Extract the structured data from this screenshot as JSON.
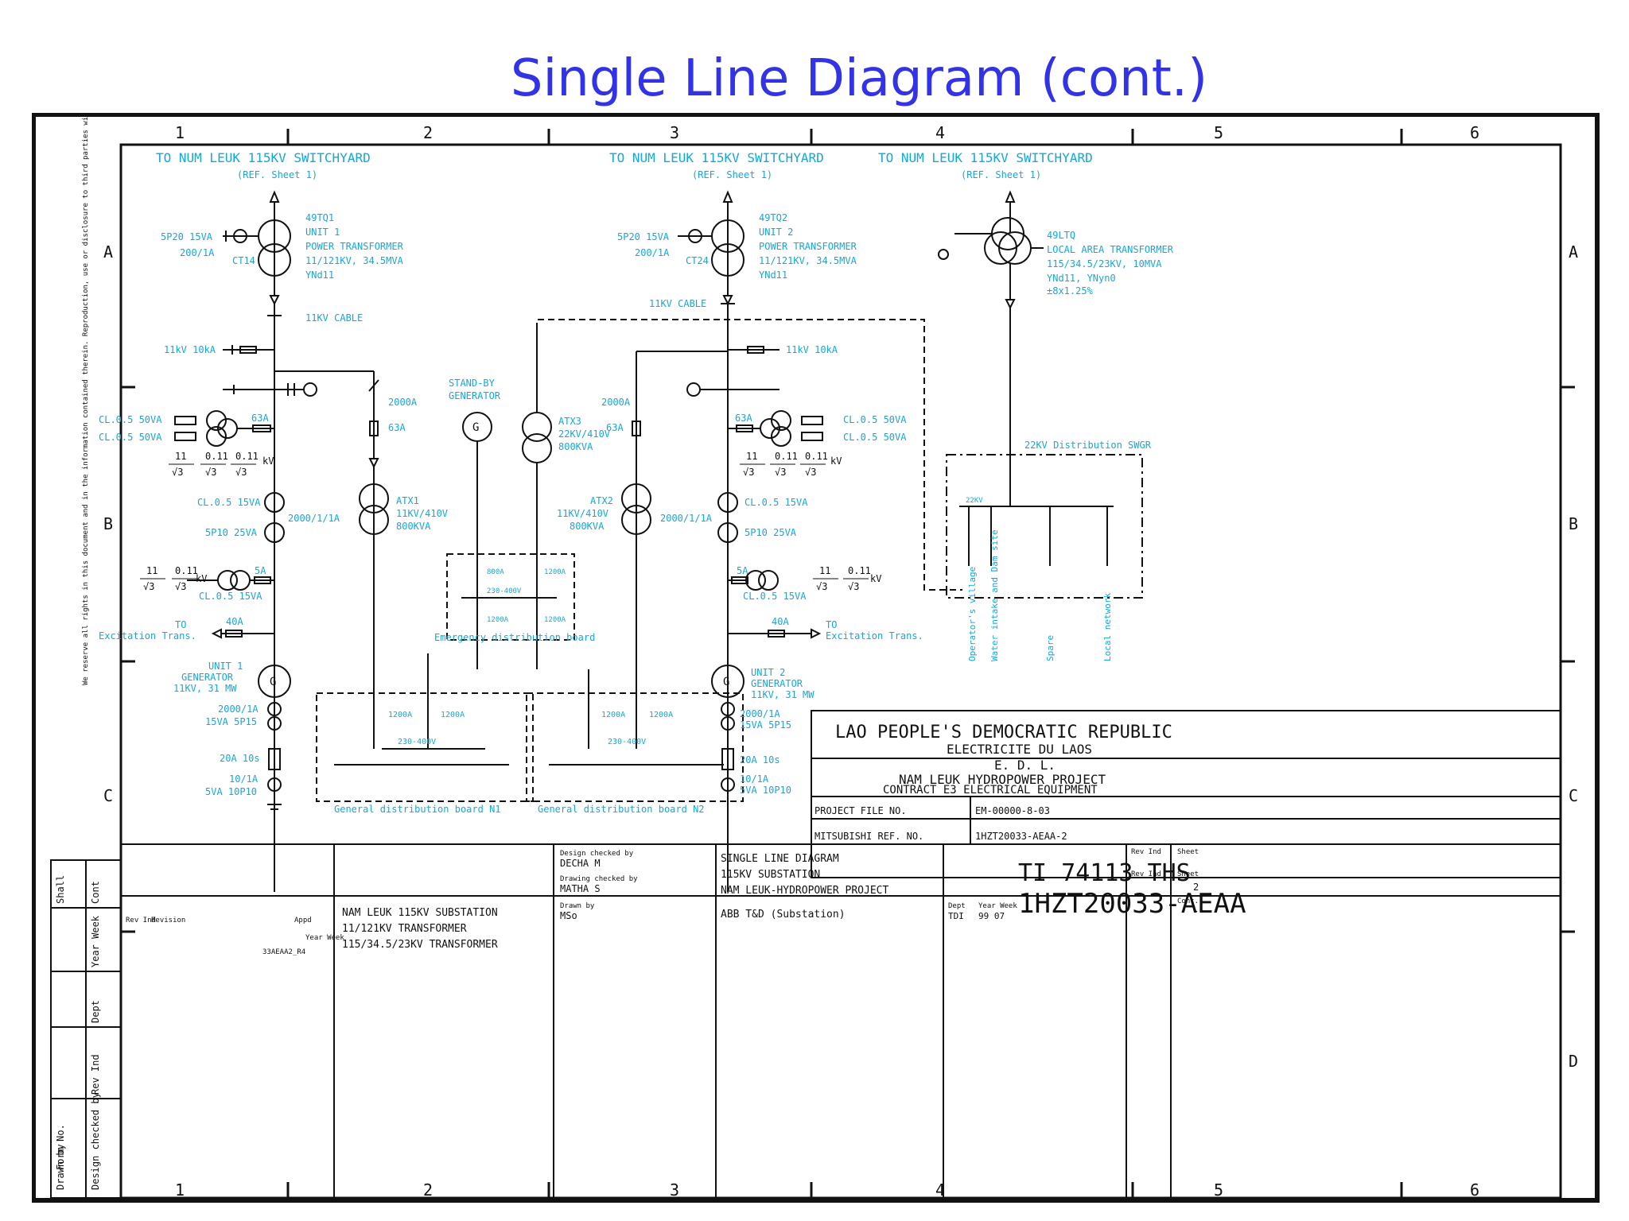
{
  "page_title": "Single Line Diagram (cont.)",
  "columns": [
    "1",
    "2",
    "3",
    "4",
    "5",
    "6"
  ],
  "rows": [
    "A",
    "B",
    "C",
    "D"
  ],
  "side_note": "We reserve all rights in this document and in the information contained therein. Reproduction, use or disclosure to third parties without express authority is strictly forbidden. © Asea Brown Boveri AB",
  "top_labels": {
    "t1": "TO NUM LEUK 115KV SWITCHYARD",
    "t1_ref": "(REF. Sheet 1)",
    "t2": "TO NUM LEUK 115KV SWITCHYARD",
    "t2_ref": "(REF. Sheet 1)",
    "t3": "TO NUM LEUK 115KV SWITCHYARD",
    "t3_ref": "(REF. Sheet 1)"
  },
  "unit1": {
    "tag": "49TQ1",
    "unit": "UNIT 1",
    "desc": "POWER TRANSFORMER",
    "rating": "11/121KV, 34.5MVA",
    "vector": "YNd11",
    "ct_class": "5P20 15VA",
    "ct_ratio": "200/1A",
    "ct_tag": "CT14",
    "cable": "11KV CABLE",
    "breaker": "11kV 10kA",
    "vt1": "CL.0.5 50VA",
    "vt2": "CL.0.5 50VA",
    "vt_fuse": "63A",
    "ratio_n1": "11",
    "ratio_d1": "√3",
    "ratio_n2": "0.11",
    "ratio_d2": "√3",
    "ratio_n3": "0.11",
    "ratio_d3": "√3",
    "ratio_unit": "kV",
    "ct2_a": "CL.0.5 15VA",
    "ct2_b": "5P10 25VA",
    "ct2_ratio": "2000/1/1A",
    "vt3_n1": "11",
    "vt3_d1": "√3",
    "vt3_n2": "0.11",
    "vt3_d2": "√3",
    "vt3_unit": "kV",
    "vt3_class": "CL.0.5 15VA",
    "vt3_fuse": "5A",
    "exc_label": "TO",
    "exc_label2": "Excitation Trans.",
    "exc_fuse": "40A",
    "gen_title": "UNIT 1",
    "gen_name": "GENERATOR",
    "gen_rating": "11KV, 31 MW",
    "gct1": "2000/1A",
    "gct2": "15VA 5P15",
    "g_res": "20A 10s",
    "g_vt1": "10/1A",
    "g_vt2": "5VA 10P10"
  },
  "unit2": {
    "tag": "49TQ2",
    "unit": "UNIT 2",
    "desc": "POWER TRANSFORMER",
    "rating": "11/121KV, 34.5MVA",
    "vector": "YNd11",
    "ct_class": "5P20 15VA",
    "ct_ratio": "200/1A",
    "ct_tag": "CT24",
    "cable": "11KV CABLE",
    "breaker": "11kV 10kA",
    "vt1": "CL.0.5 50VA",
    "vt2": "CL.0.5 50VA",
    "vt_fuse": "63A",
    "ratio_n1": "11",
    "ratio_d1": "√3",
    "ratio_n2": "0.11",
    "ratio_d2": "√3",
    "ratio_n3": "0.11",
    "ratio_d3": "√3",
    "ratio_unit": "kV",
    "ct2_a": "CL.0.5 15VA",
    "ct2_b": "5P10 25VA",
    "ct2_ratio": "2000/1/1A",
    "vt3_n1": "11",
    "vt3_d1": "√3",
    "vt3_n2": "0.11",
    "vt3_d2": "√3",
    "vt3_unit": "kV",
    "vt3_class": "CL.0.5 15VA",
    "vt3_fuse": "5A",
    "exc_label": "TO",
    "exc_label2": "Excitation Trans.",
    "exc_fuse": "40A",
    "gen_title": "UNIT 2",
    "gen_name": "GENERATOR",
    "gen_rating": "11KV, 31 MW",
    "gct1": "2000/1A",
    "gct2": "15VA 5P15",
    "g_res": "20A 10s",
    "g_vt1": "10/1A",
    "g_vt2": "5VA 10P10"
  },
  "aux": {
    "atx1_tag": "ATX1",
    "atx1_rating": "11KV/410V",
    "atx1_kva": "800KVA",
    "atx1_cb": "2000A",
    "atx1_fuse": "63A",
    "atx2_tag": "ATX2",
    "atx2_rating": "11KV/410V",
    "atx2_kva": "800KVA",
    "atx2_cb": "2000A",
    "atx2_fuse": "63A",
    "atx3_tag": "ATX3",
    "atx3_rating": "22KV/410V",
    "atx3_kva": "800KVA",
    "standby": "STAND-BY",
    "standby2": "GENERATOR",
    "emerg_board": "Emergency distribution board",
    "emerg_bus": "230-400V",
    "emerg_cb1": "800A",
    "emerg_cb2": "1200A",
    "emerg_cb3": "1200A",
    "emerg_cb4": "1200A",
    "gdb1": "General distribution board N1",
    "gdb2": "General distribution board N2",
    "gdb_bus": "230-400V",
    "gdb_cb1": "1200A",
    "gdb_cb2": "1200A",
    "gdb_cb3": "1200A",
    "gdb_cb4": "1200A"
  },
  "local": {
    "tag": "49LTQ",
    "desc": "LOCAL AREA TRANSFORMER",
    "rating": "115/34.5/23KV, 10MVA",
    "vector": "YNd11, YNyn0",
    "tap": "±8x1.25%",
    "swgr": "22KV Distribution SWGR",
    "bus": "22KV",
    "f1": "Operator's village",
    "f2": "Water intake and Dam site",
    "f3": "Spare",
    "f4": "Local network"
  },
  "title_block": {
    "country": "LAO PEOPLE'S DEMOCRATIC REPUBLIC",
    "utility": "ELECTRICITE DU LAOS",
    "abbr": "E. D. L.",
    "project": "NAM LEUK HYDROPOWER PROJECT",
    "contract": "CONTRACT E3 ELECTRICAL EQUIPMENT",
    "pf_label": "PROJECT FILE NO.",
    "pf_value": "EM-00000-8-03",
    "mr_label": "MITSUBISHI REF. NO.",
    "mr_value": "1HZT20033-AEAA-2",
    "desc1": "NAM LEUK 115KV SUBSTATION",
    "desc2": "11/121KV TRANSFORMER",
    "desc3": "115/34.5/23KV TRANSFORMER",
    "dc_label": "Design checked by",
    "dc_value": "DECHA M",
    "drc_label": "Drawing checked by",
    "drc_value": "MATHA S",
    "drawn_label": "Drawn by",
    "drawn_value": "MSo",
    "title1": "SINGLE LINE DIAGRAM",
    "title2": "115KV SUBSTATION",
    "title3": "NAM LEUK-HYDROPOWER PROJECT",
    "company": "ABB T&D (Substation)",
    "dept_label": "Dept",
    "dept_value": "TDI",
    "yw_label": "Year Week",
    "yw_value": "99 07",
    "doc1": "TI 74113 THS",
    "doc2": "1HZT20033-AEAA",
    "rev_label": "Rev Ind",
    "sheet_label": "Sheet",
    "sheet_value": "2",
    "cont_label": "Cont.",
    "cont_value": "-",
    "file_ref": "33AEAA2_R4",
    "side_shall": "Shall",
    "side_cont": "Cont",
    "side_yw": "Year Week",
    "side_dept": "Dept",
    "side_rev": "Rev Ind",
    "side_formno": "Form No.",
    "side_chk": "Design checked by",
    "side_drawn": "Drawn by",
    "rev_col": "Rev Ind",
    "revision_col": "Revision",
    "appd_col": "Appd",
    "yw_col": "Year Week"
  }
}
